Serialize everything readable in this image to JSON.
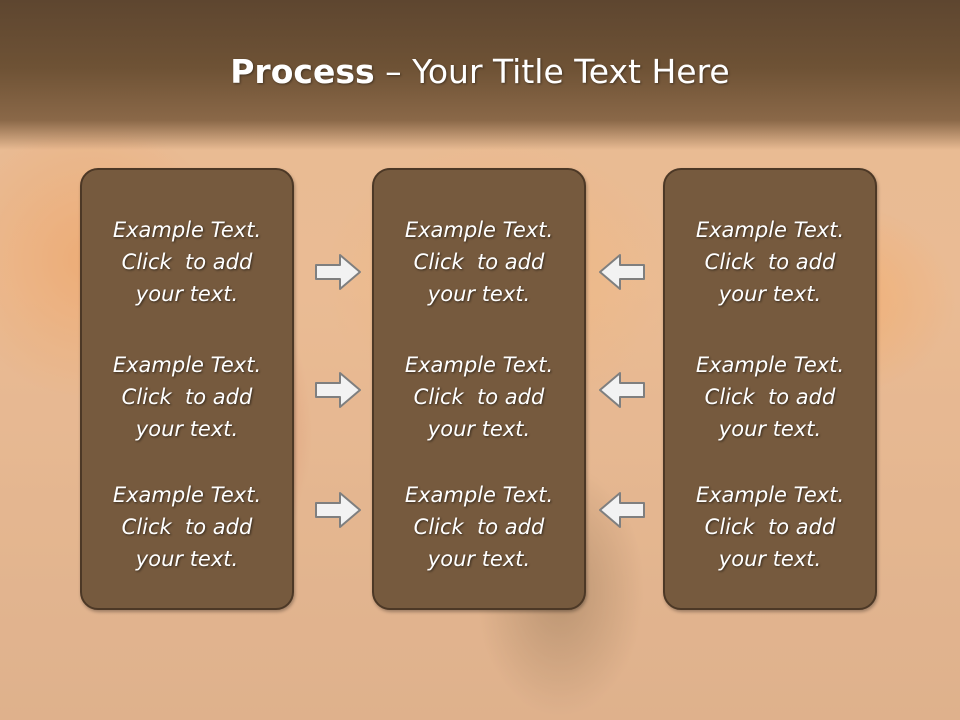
{
  "slide": {
    "title_bold": "Process",
    "title_rest": " – Your Title Text Here"
  },
  "columns": [
    {
      "items": [
        {
          "line1": "Example Text.",
          "line2": "Click  to add",
          "line3": "your text."
        },
        {
          "line1": "Example Text.",
          "line2": "Click  to add",
          "line3": "your text."
        },
        {
          "line1": "Example Text.",
          "line2": "Click  to add",
          "line3": "your text."
        }
      ]
    },
    {
      "items": [
        {
          "line1": "Example Text.",
          "line2": "Click  to add",
          "line3": "your text."
        },
        {
          "line1": "Example Text.",
          "line2": "Click  to add",
          "line3": "your text."
        },
        {
          "line1": "Example Text.",
          "line2": "Click  to add",
          "line3": "your text."
        }
      ]
    },
    {
      "items": [
        {
          "line1": "Example Text.",
          "line2": "Click  to add",
          "line3": "your text."
        },
        {
          "line1": "Example Text.",
          "line2": "Click  to add",
          "line3": "your text."
        },
        {
          "line1": "Example Text.",
          "line2": "Click  to add",
          "line3": "your text."
        }
      ]
    }
  ],
  "icons": {
    "left_arrows": "arrow-right-icon",
    "right_arrows": "arrow-left-icon"
  },
  "colors": {
    "panel_fill": "#765a3e",
    "panel_border": "#4c3826",
    "title_band": "#6e5235",
    "arrow_fill": "#f2f2f2",
    "arrow_stroke": "#7f7f7f"
  }
}
